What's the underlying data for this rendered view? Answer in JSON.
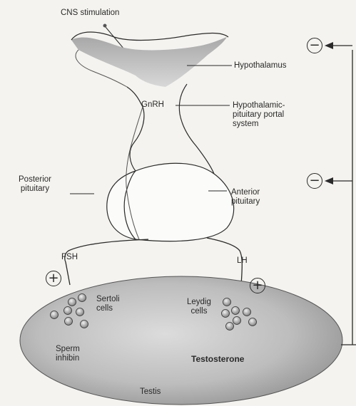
{
  "labels": {
    "cns": "CNS stimulation",
    "hypothalamus": "Hypothalamus",
    "gnrh": "GnRH",
    "portal_line1": "Hypothalamic-",
    "portal_line2": "pituitary portal",
    "portal_line3": "system",
    "posterior_line1": "Posterior",
    "posterior_line2": "pituitary",
    "anterior_line1": "Anterior",
    "anterior_line2": "pituitary",
    "fsh": "FSH",
    "lh": "LH",
    "sertoli_line1": "Sertoli",
    "sertoli_line2": "cells",
    "leydig_line1": "Leydig",
    "leydig_line2": "cells",
    "sperm_line1": "Sperm",
    "sperm_line2": "inhibin",
    "testosterone": "Testosterone",
    "testis": "Testis"
  },
  "signs": {
    "neg_top": "−",
    "neg_mid": "−",
    "pos_fsh": "+",
    "pos_lh": "+"
  },
  "colors": {
    "line": "#2a2a2a",
    "hypothalamus_fill": "#b9b9b9",
    "pituitary_fill": "#fbfbf9",
    "testis_fill": "#b4b4b4",
    "cell_fill": "#9a9a9a",
    "background": "#f4f3ef"
  }
}
